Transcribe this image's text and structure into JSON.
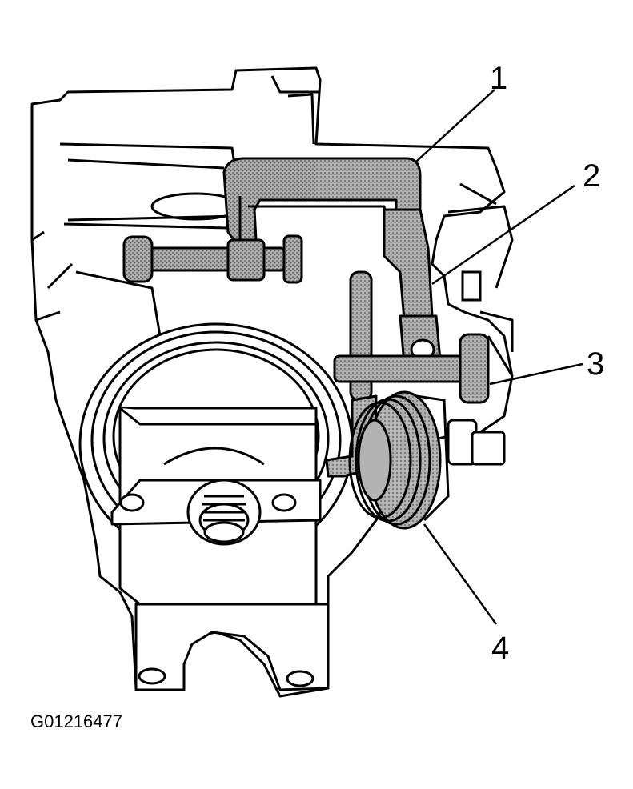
{
  "callouts": [
    {
      "number": "1"
    },
    {
      "number": "2"
    },
    {
      "number": "3"
    },
    {
      "number": "4"
    }
  ],
  "figure_id": "G01216477",
  "colors": {
    "line": "#000000",
    "tool_fill": "#b3b3b3",
    "background": "#ffffff"
  }
}
